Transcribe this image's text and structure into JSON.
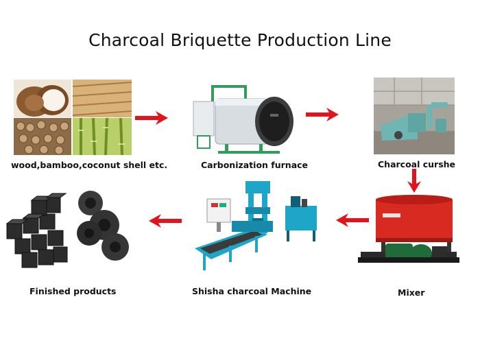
{
  "title": "Charcoal Briquette Production Line",
  "steps": [
    {
      "label": "wood,bamboo,coconut shell etc."
    },
    {
      "label": "Carbonization furnace"
    },
    {
      "label": "Charcoal curshe"
    },
    {
      "label": "Mixer"
    },
    {
      "label": "Shisha charcoal Machine"
    },
    {
      "label": "Finished products"
    }
  ],
  "flow": [
    "right",
    "right",
    "down",
    "left",
    "left"
  ],
  "colors": {
    "arrow": "#e3131b",
    "machine_blue": "#1ea6c9",
    "mixer_red": "#d92a22",
    "crusher_teal": "#6fb5b3"
  }
}
